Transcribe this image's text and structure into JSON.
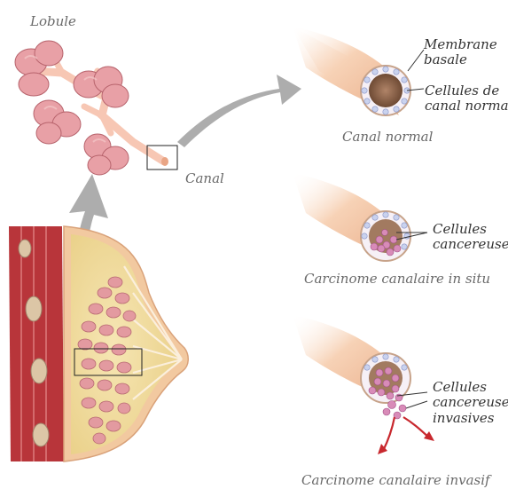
{
  "labels": {
    "lobule": "Lobule",
    "canal": "Canal",
    "membrane_line1": "Membrane",
    "membrane_line2": "basale",
    "cells_normal_line1": "Cellules de",
    "cells_normal_line2": "canal normal",
    "canal_normal": "Canal normal",
    "cells_cancer_line1": "Cellules",
    "cells_cancer_line2": "cancereuses",
    "in_situ": "Carcinome canalaire in situ",
    "cells_invasive_line1": "Cellules",
    "cells_invasive_line2": "cancereuses",
    "cells_invasive_line3": "invasives",
    "invasive": "Carcinome canalaire invasif"
  },
  "colors": {
    "lobule_pink": "#e8a0a6",
    "duct_skin": "#f4c6a6",
    "muscle_red": "#b8353a",
    "fat_yellow": "#f0dc9c",
    "arrow_gray": "#a9a9a9",
    "normal_cell": "#c9d2ee",
    "cancer_cell": "#d88bb8",
    "invasive_arrow": "#c8282e"
  }
}
